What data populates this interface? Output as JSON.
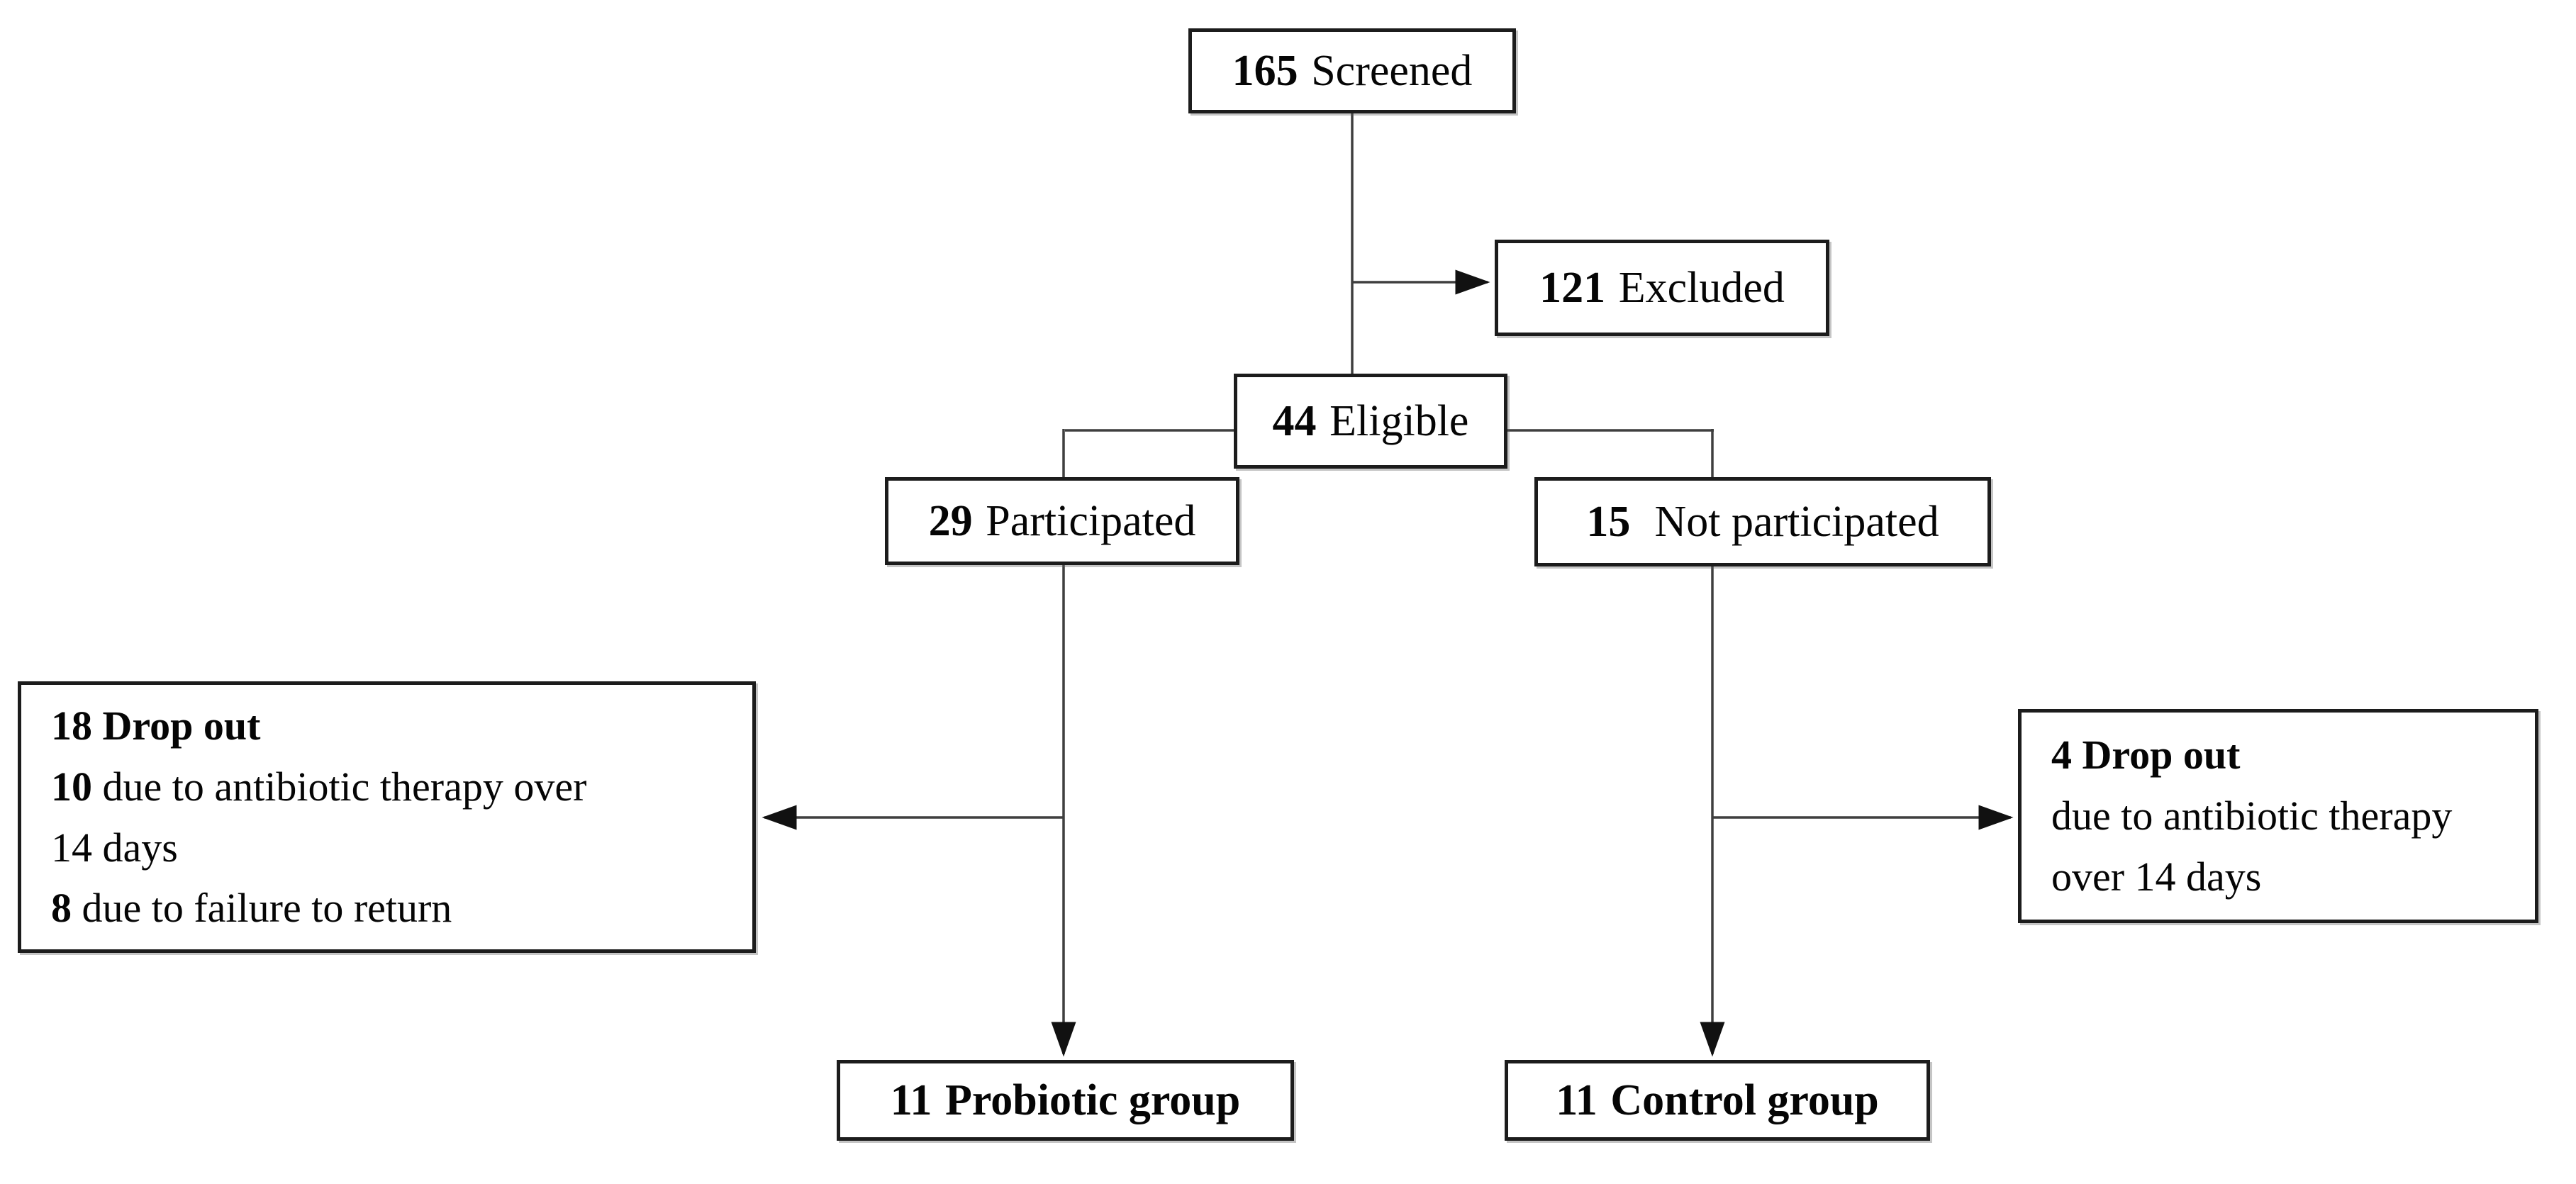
{
  "figure": {
    "type": "participant-flow-diagram",
    "background_color": "#ffffff",
    "box_border_color": "#1c1c1c",
    "connector_color": "#3f3f3f",
    "text_color": "#050505"
  },
  "nodes": {
    "screened": {
      "value": "165",
      "label": "Screened"
    },
    "excluded": {
      "value": "121",
      "label": "Excluded"
    },
    "eligible": {
      "value": "44",
      "label": "Eligible"
    },
    "participated": {
      "value": "29",
      "label": "Participated"
    },
    "not_participated": {
      "value": "15",
      "label": "Not participated"
    },
    "dropout_left": {
      "lines": [
        {
          "bold": "18 Drop out",
          "rest": ""
        },
        {
          "bold": "10",
          "rest": " due to antibiotic therapy over"
        },
        {
          "bold": "",
          "rest": "14 days"
        },
        {
          "bold": "8",
          "rest": " due to failure to return"
        }
      ]
    },
    "dropout_right": {
      "lines": [
        {
          "bold": "4 Drop out",
          "rest": ""
        },
        {
          "bold": "",
          "rest": "due to antibiotic therapy"
        },
        {
          "bold": "",
          "rest": "over 14 days"
        }
      ]
    },
    "probiotic": {
      "value": "11",
      "label": "Probiotic group"
    },
    "control": {
      "value": "11",
      "label": "Control group"
    }
  },
  "edges": [
    {
      "from": "screened",
      "to": "eligible",
      "arrow": false
    },
    {
      "from": "screened",
      "to": "excluded",
      "arrow": true
    },
    {
      "from": "eligible",
      "to": "participated",
      "arrow": false
    },
    {
      "from": "eligible",
      "to": "not_participated",
      "arrow": false
    },
    {
      "from": "participated",
      "to": "dropout_left",
      "arrow": true
    },
    {
      "from": "participated",
      "to": "probiotic",
      "arrow": true
    },
    {
      "from": "not_participated",
      "to": "dropout_right",
      "arrow": true
    },
    {
      "from": "not_participated",
      "to": "control",
      "arrow": true
    }
  ]
}
